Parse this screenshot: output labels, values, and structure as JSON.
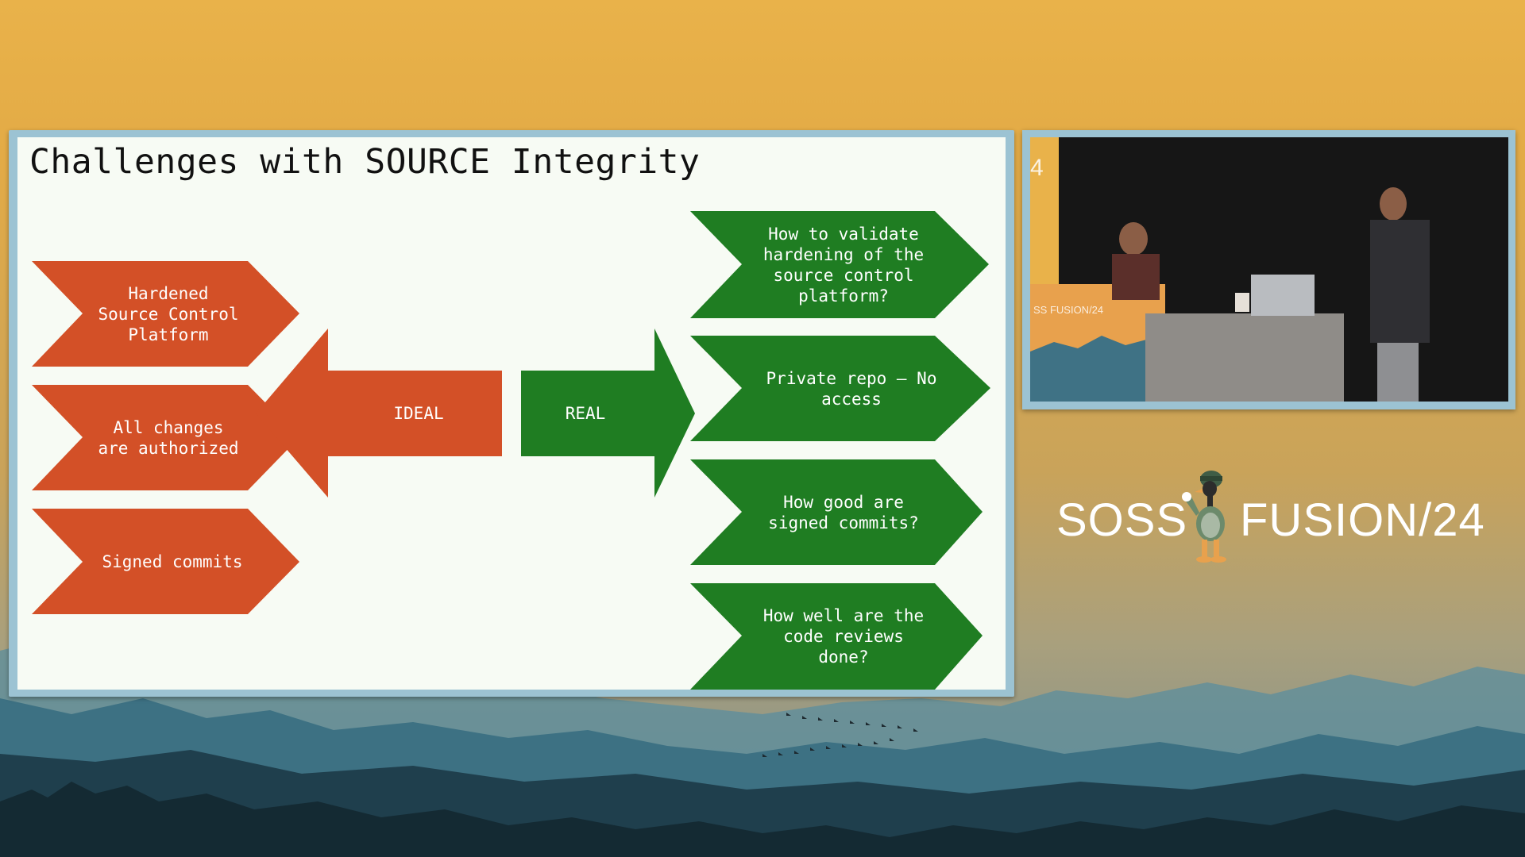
{
  "slide": {
    "title": "Challenges with SOURCE Integrity",
    "ideal_items": [
      "Hardened\nSource Control\nPlatform",
      "All changes\nare authorized",
      "Signed commits"
    ],
    "ideal_arrow_label": "IDEAL",
    "real_arrow_label": "REAL",
    "real_items": [
      "How to validate\nhardening of the\nsource control\nplatform?",
      "Private repo – No\naccess",
      "How good are\nsigned commits?",
      "How well are the\ncode reviews\ndone?"
    ],
    "colors": {
      "ideal": "#d35027",
      "real": "#1f7d22",
      "background": "#f7fbf4"
    }
  },
  "video": {
    "booth_digit": "4",
    "booth_banner_text": "SS FUSION/24"
  },
  "logo": {
    "left_text": "SOSS",
    "right_text": "FUSION/24",
    "mascot_icon": "goose-mascot-icon"
  },
  "background": {
    "sky_color": "#e9b24a",
    "mountain_color": "#2e5968"
  }
}
